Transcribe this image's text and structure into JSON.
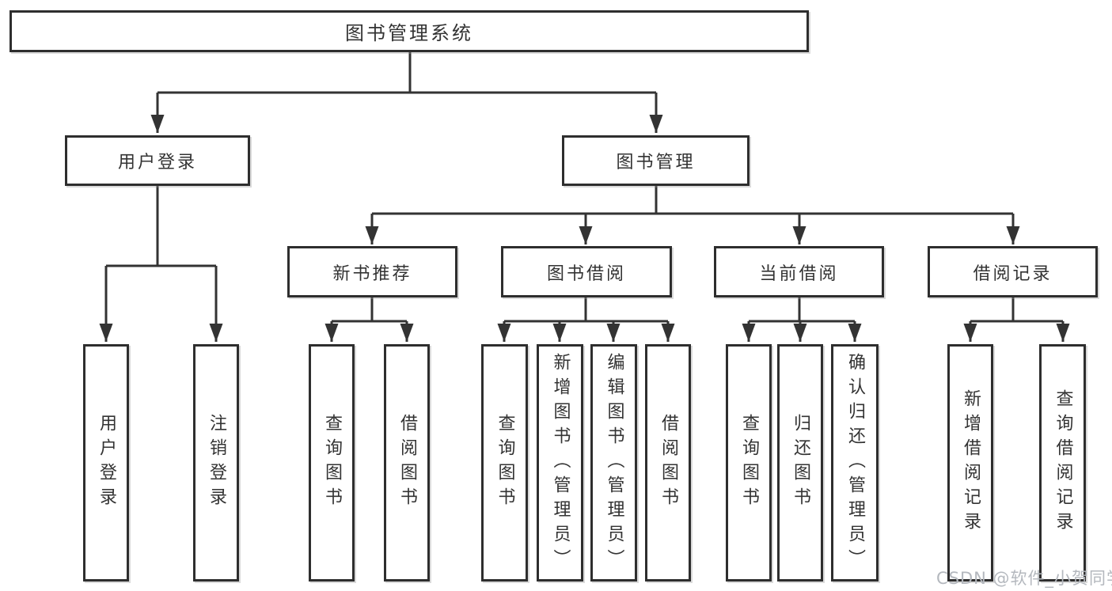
{
  "tree": {
    "label": "图书管理系统",
    "children": [
      {
        "label": "用户登录",
        "children": [
          {
            "label": "用户登录"
          },
          {
            "label": "注销登录"
          }
        ]
      },
      {
        "label": "图书管理",
        "children": [
          {
            "label": "新书推荐",
            "children": [
              {
                "label": "查询图书"
              },
              {
                "label": "借阅图书"
              }
            ]
          },
          {
            "label": "图书借阅",
            "children": [
              {
                "label": "查询图书"
              },
              {
                "label": "新增图书（管理员）"
              },
              {
                "label": "编辑图书（管理员）"
              },
              {
                "label": "借阅图书"
              }
            ]
          },
          {
            "label": "当前借阅",
            "children": [
              {
                "label": "查询图书"
              },
              {
                "label": "归还图书"
              },
              {
                "label": "确认归还（管理员）"
              }
            ]
          },
          {
            "label": "借阅记录",
            "children": [
              {
                "label": "新增借阅记录"
              },
              {
                "label": "查询借阅记录"
              }
            ]
          }
        ]
      }
    ]
  },
  "watermark": {
    "text": "CSDN @软件_小贺同学"
  },
  "colors": {
    "background": "#ffffff",
    "box_border": "#2e2e2e",
    "connector_line": "#333333",
    "text": "#333333",
    "watermark_text": "#b4b8be"
  }
}
